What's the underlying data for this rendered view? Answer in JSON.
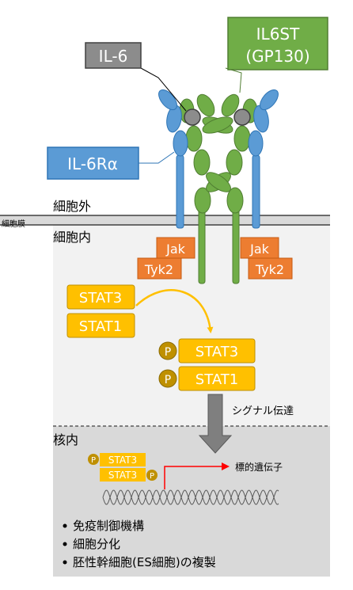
{
  "labels": {
    "il6": "IL-6",
    "il6st_line1": "IL6ST",
    "il6st_line2": "(GP130)",
    "il6ra": "IL-6Rα",
    "extracellular": "細胞外",
    "membrane": "細胞膜",
    "intracellular": "細胞内",
    "jak": "Jak",
    "tyk2": "Tyk2",
    "stat3": "STAT3",
    "stat1": "STAT1",
    "phospho": "P",
    "signaling": "シグナル伝達",
    "nucleus": "核内",
    "target_gene": "標的遺伝子"
  },
  "functions": [
    "免疫制御機構",
    "細胞分化",
    "胚性幹細胞(ES細胞)の複製"
  ],
  "colors": {
    "il6_fill": "#8c8c8c",
    "il6st_fill": "#70ad47",
    "il6st_dark": "#507e32",
    "il6ra_fill": "#5b9bd5",
    "il6ra_dark": "#2e75b6",
    "jak_fill": "#ed7d31",
    "stat_fill": "#ffc000",
    "phospho_fill": "#bf9000",
    "cytoplasm_bg": "#f2f2f2",
    "nucleus_bg": "#d9d9d9",
    "arrow_gray": "#7f7f7f",
    "gene_arrow": "#ff0000"
  }
}
